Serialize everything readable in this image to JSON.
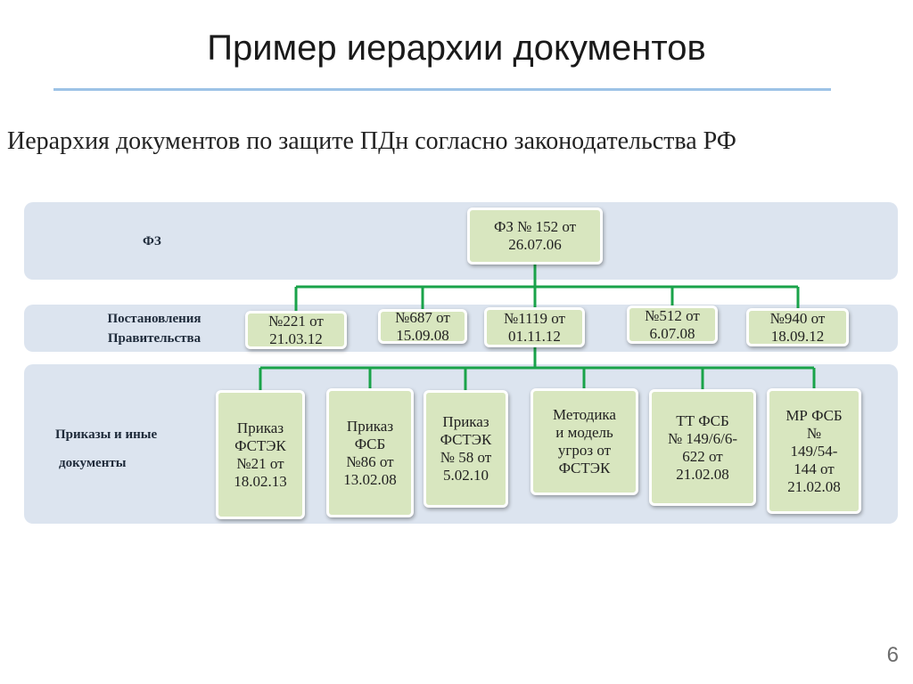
{
  "slide": {
    "title": "Пример иерархии документов",
    "subtitle": "Иерархия документов по защите ПДн согласно законодательства РФ",
    "page_number": "6"
  },
  "levels": {
    "fz": {
      "label": "ФЗ"
    },
    "gov": {
      "label_line1": "Постановления",
      "label_line2": "Правительства"
    },
    "orders": {
      "label_line1": "Приказы и иные",
      "label_line2": "документы"
    }
  },
  "nodes": {
    "fz152": "ФЗ № 152 от\n26.07.06",
    "p221": "№221 от\n21.03.12",
    "p687": "№687 от\n15.09.08",
    "p1119": "№1119 от\n01.11.12",
    "p512": "№512 от\n6.07.08",
    "p940": "№940 от\n18.09.12",
    "o_fstek21": "Приказ\nФСТЭК\n№21 от\n18.02.13",
    "o_fsb86": "Приказ\nФСБ\n№86 от\n13.02.08",
    "o_fstek58": "Приказ\nФСТЭК\n№ 58 от\n5.02.10",
    "o_method": "Методика\nи модель\nугроз от\nФСТЭК",
    "o_tt_fsb": "ТТ ФСБ\n№ 149/6/6-\n622 от\n21.02.08",
    "o_mr_fsb": "МР ФСБ\n№\n149/54-\n144 от\n21.02.08"
  },
  "colors": {
    "band": "#dce4ef",
    "node_fill": "#d8e6bf",
    "connector": "#1aa34a",
    "title_rule": "#9dc3e6"
  }
}
